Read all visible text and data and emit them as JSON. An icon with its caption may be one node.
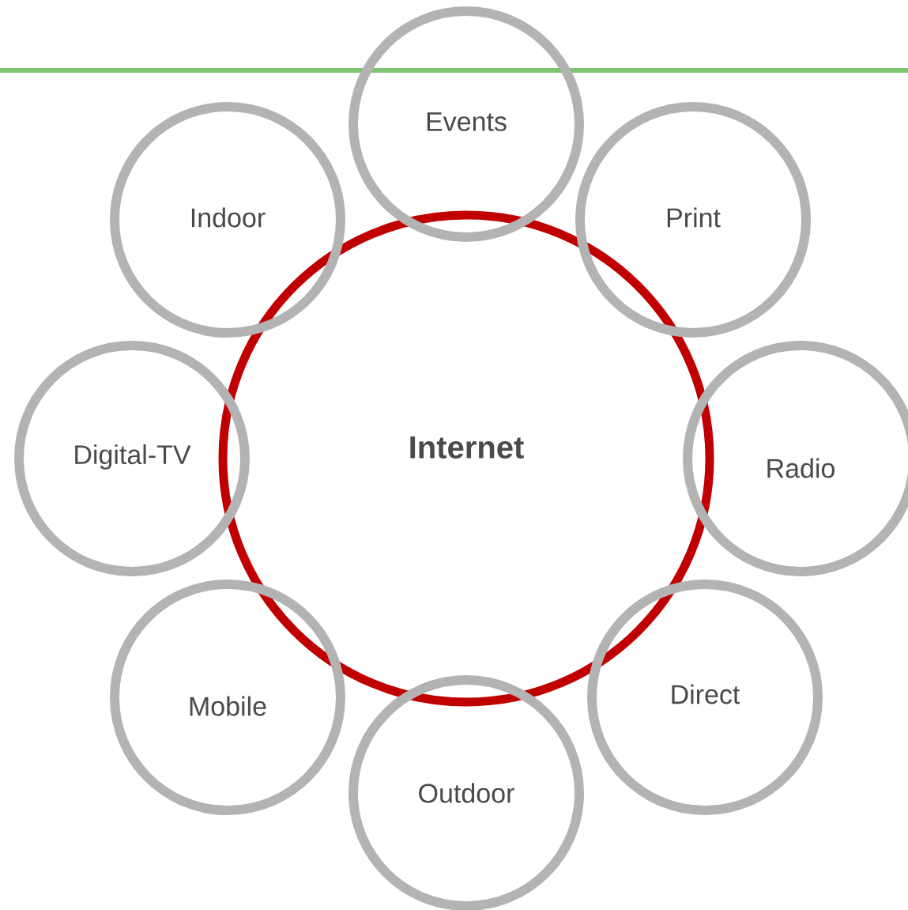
{
  "diagram": {
    "nodes": [
      {
        "text": [
          "Events"
        ]
      },
      {
        "text": [
          "Indoor"
        ]
      },
      {
        "text": [
          "Print"
        ]
      },
      {
        "text": [
          "Internet"
        ]
      },
      {
        "text": [
          "Digital-TV"
        ]
      },
      {
        "text": [
          "Radio"
        ]
      },
      {
        "text": [
          "Mobile"
        ]
      },
      {
        "text": [
          "Direct"
        ]
      },
      {
        "text": [
          "Outdoor"
        ]
      }
    ]
  }
}
